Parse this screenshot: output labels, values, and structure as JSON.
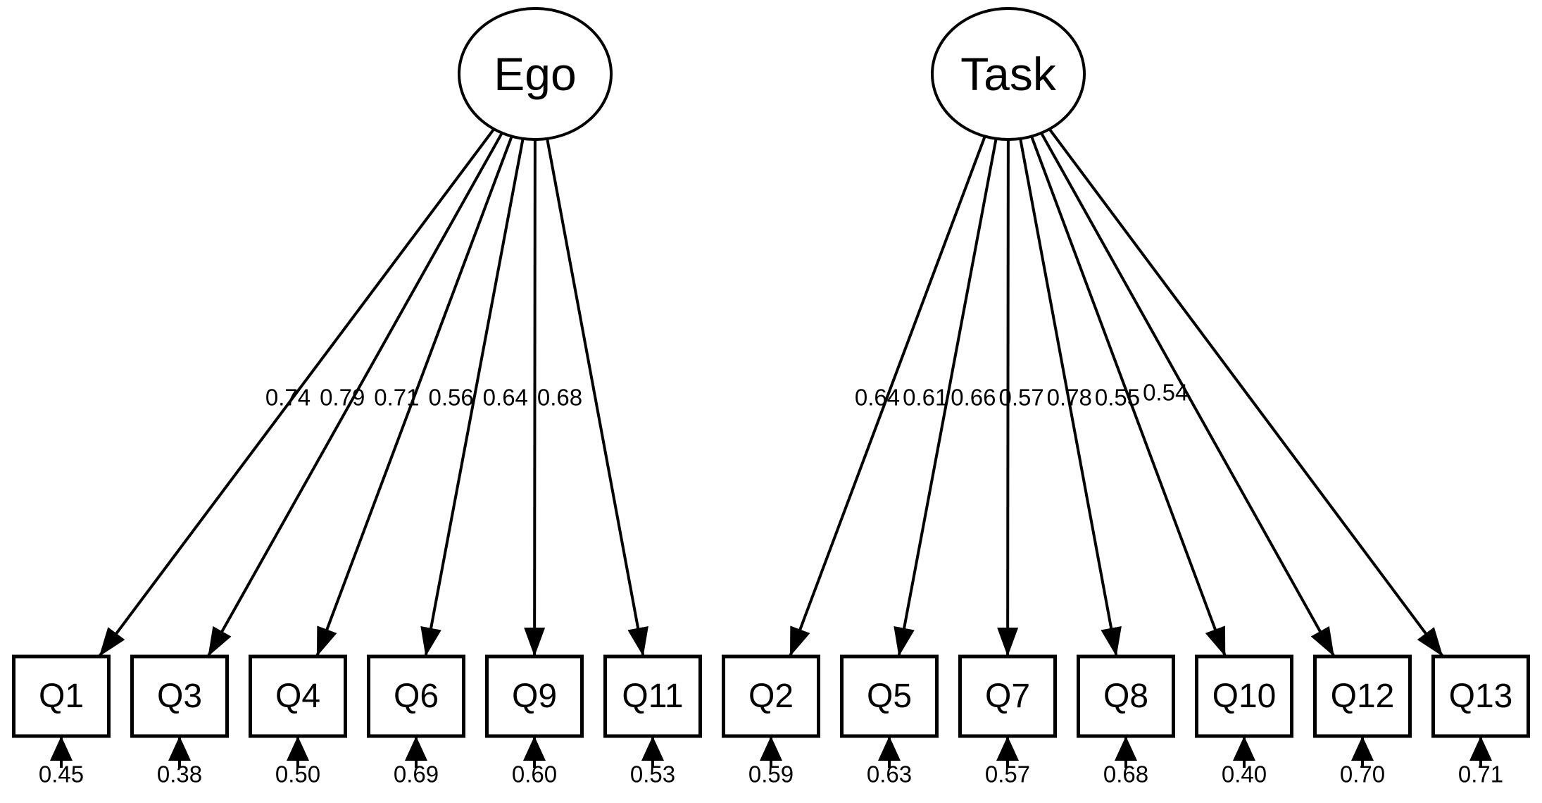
{
  "diagram": {
    "type": "cfa-path-diagram",
    "background_color": "#ffffff",
    "line_color": "#000000",
    "text_color": "#000000",
    "factors": [
      {
        "name": "Ego",
        "shape": "ellipse",
        "indicators": [
          {
            "label": "Q1",
            "loading": "0.74",
            "error": "0.45"
          },
          {
            "label": "Q3",
            "loading": "0.79",
            "error": "0.38"
          },
          {
            "label": "Q4",
            "loading": "0.71",
            "error": "0.50"
          },
          {
            "label": "Q6",
            "loading": "0.56",
            "error": "0.69"
          },
          {
            "label": "Q9",
            "loading": "0.64",
            "error": "0.60"
          },
          {
            "label": "Q11",
            "loading": "0.68",
            "error": "0.53"
          }
        ]
      },
      {
        "name": "Task",
        "shape": "ellipse",
        "indicators": [
          {
            "label": "Q2",
            "loading": "0.64",
            "error": "0.59"
          },
          {
            "label": "Q5",
            "loading": "0.61",
            "error": "0.63"
          },
          {
            "label": "Q7",
            "loading": "0.66",
            "error": "0.57"
          },
          {
            "label": "Q8",
            "loading": "0.57",
            "error": "0.68"
          },
          {
            "label": "Q10",
            "loading": "0.78",
            "error": "0.40"
          },
          {
            "label": "Q12",
            "loading": "0.55",
            "error": "0.70"
          },
          {
            "label": "Q13",
            "loading": "0.54",
            "error": "0.71"
          }
        ]
      }
    ]
  }
}
